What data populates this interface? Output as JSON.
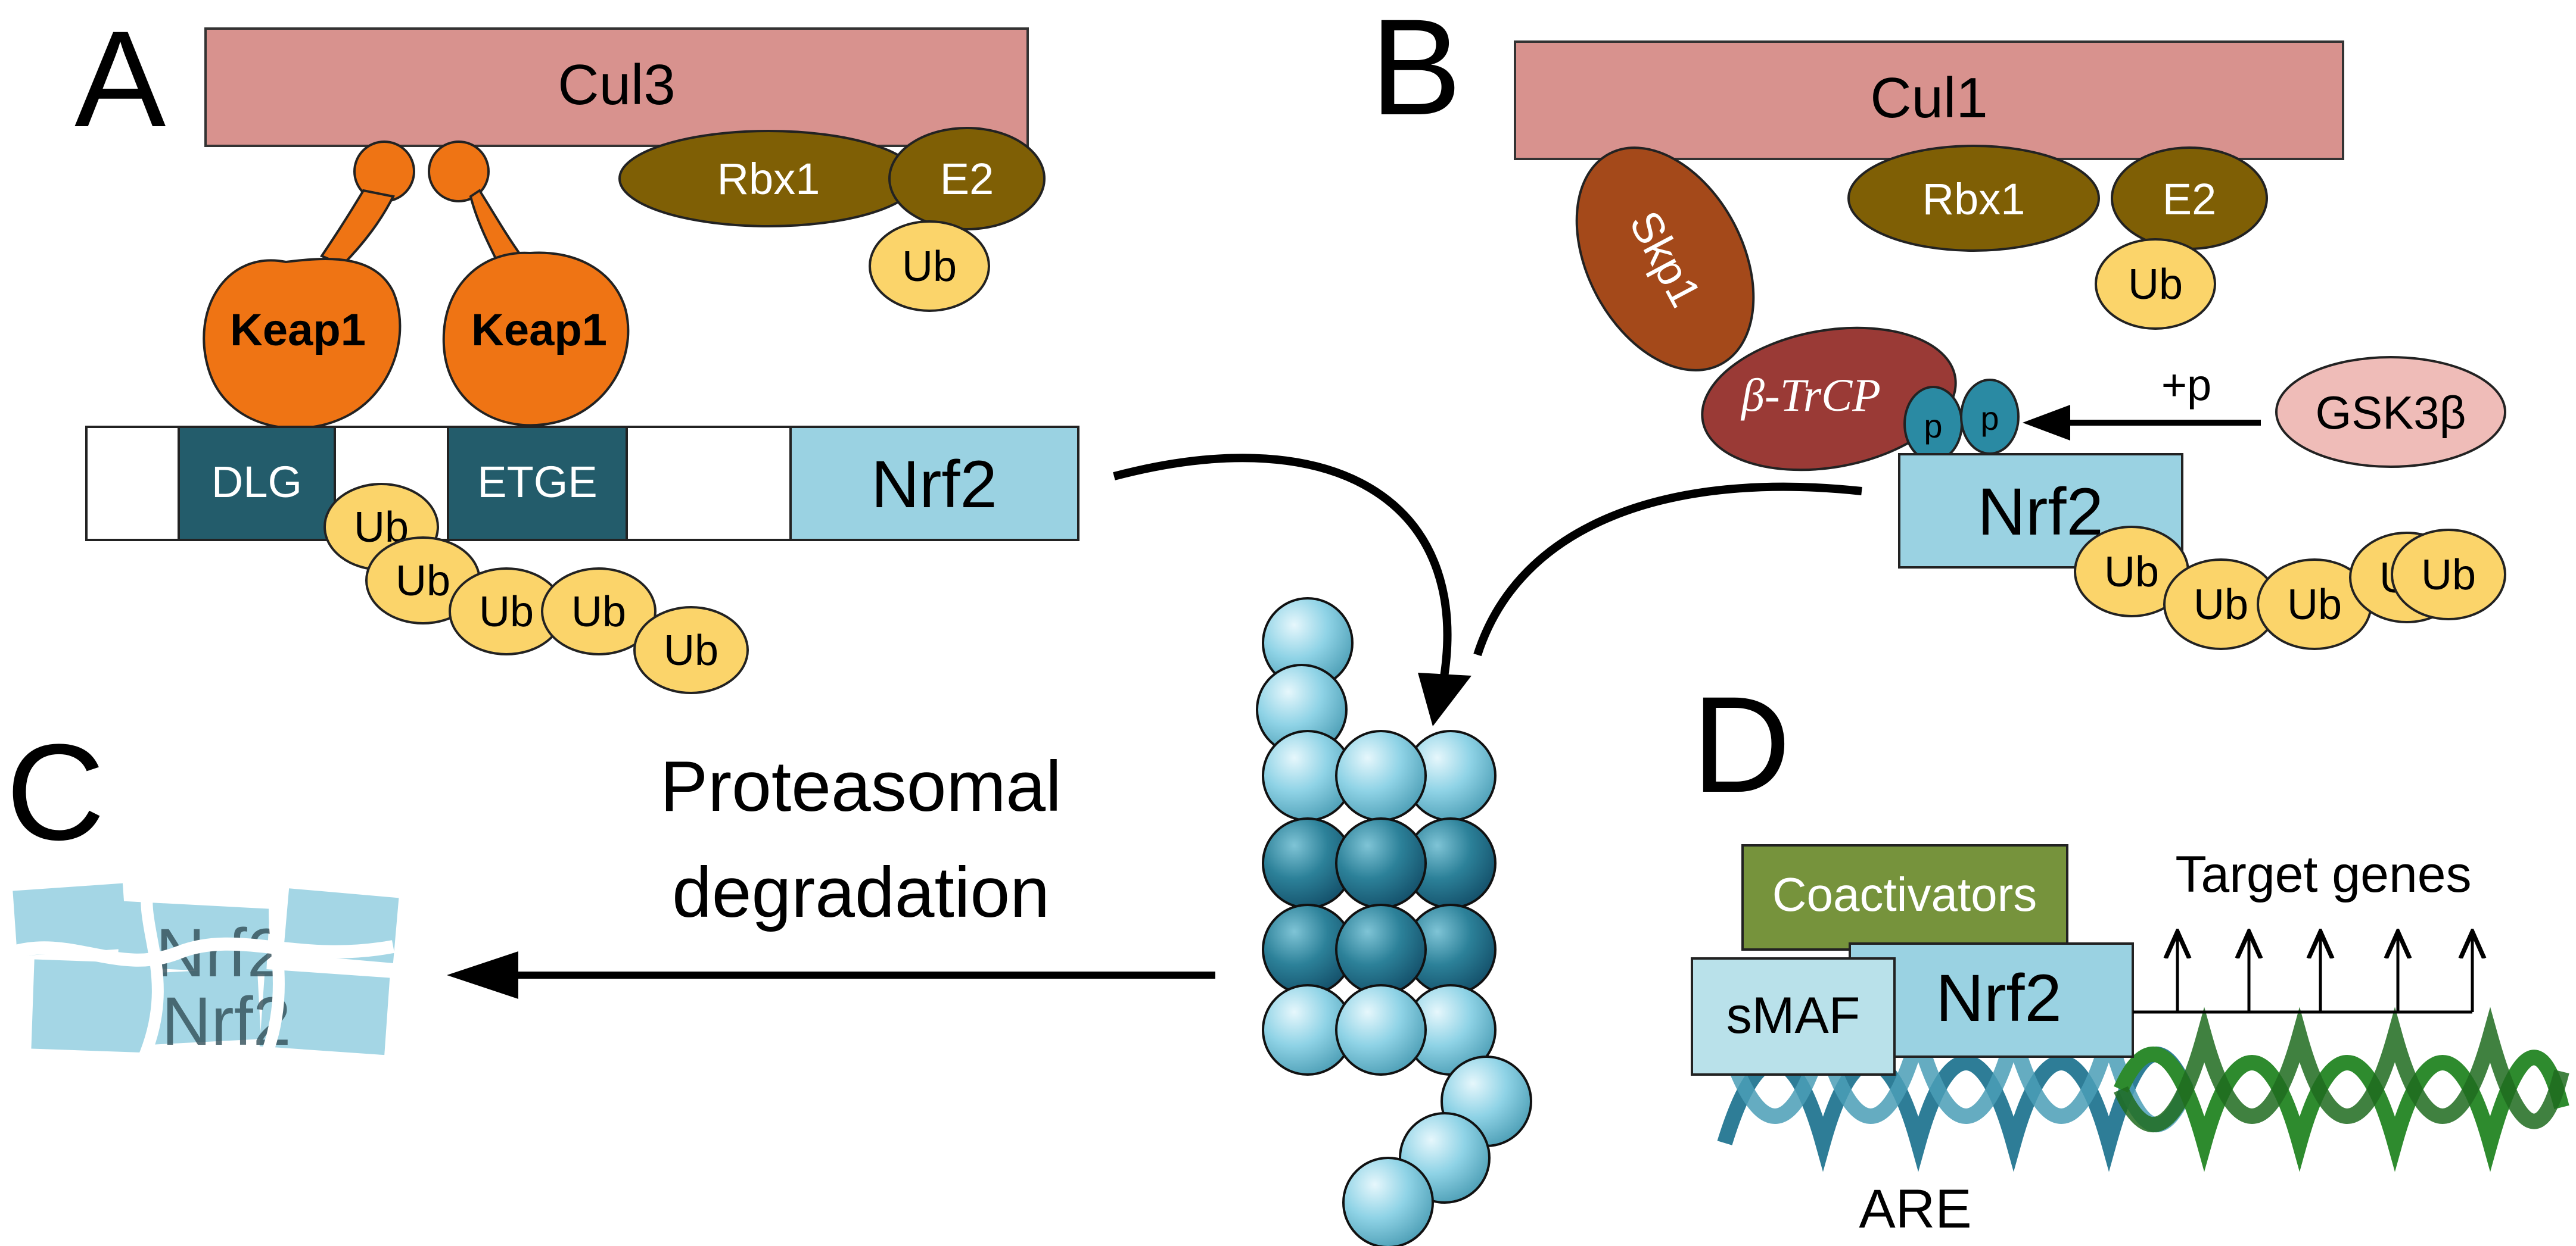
{
  "panels": {
    "a": "A",
    "b": "B",
    "c": "C",
    "d": "D"
  },
  "panel_a": {
    "cul3": "Cul3",
    "rbx1": "Rbx1",
    "e2": "E2",
    "ub_e2": "Ub",
    "keap1_left": "Keap1",
    "keap1_right": "Keap1",
    "dlg": "DLG",
    "etge": "ETGE",
    "nrf2": "Nrf2",
    "ub_chain": [
      "Ub",
      "Ub",
      "Ub",
      "Ub",
      "Ub"
    ]
  },
  "panel_b": {
    "cul1": "Cul1",
    "skp1": "Skp1",
    "rbx1": "Rbx1",
    "e2": "E2",
    "ub_e2": "Ub",
    "btrcp": "β-TrCP",
    "phospho": [
      "p",
      "p"
    ],
    "plus_p": "+p",
    "gsk3b": "GSK3β",
    "nrf2": "Nrf2",
    "ub_chain": [
      "Ub",
      "Ub",
      "Ub",
      "Ub",
      "Ub"
    ]
  },
  "panel_c": {
    "process_line1": "Proteasomal",
    "process_line2": "degradation",
    "fragments_top": "Nrf2",
    "fragments_bottom": "Nrf2"
  },
  "panel_d": {
    "coactivators": "Coactivators",
    "smaf": "sMAF",
    "nrf2": "Nrf2",
    "target_genes": "Target genes",
    "are": "ARE"
  },
  "colors": {
    "cul": "#d8928e",
    "rbx_e2": "#7f5f05",
    "ub": "#fbd46a",
    "keap1": "#ef7414",
    "motif": "#235c6b",
    "nrf2": "#9ad2e2",
    "skp1": "#a4491a",
    "btrcp": "#9a3a36",
    "phospho": "#2a8aa3",
    "gsk3b": "#efbcb8",
    "coactivators": "#76933c",
    "smaf": "#b9e1ea",
    "dna_are": "#2e7d97",
    "dna_green": "#2e8b2e",
    "proteasome_light": "#8fd3e6",
    "proteasome_dark": "#2c8199"
  }
}
